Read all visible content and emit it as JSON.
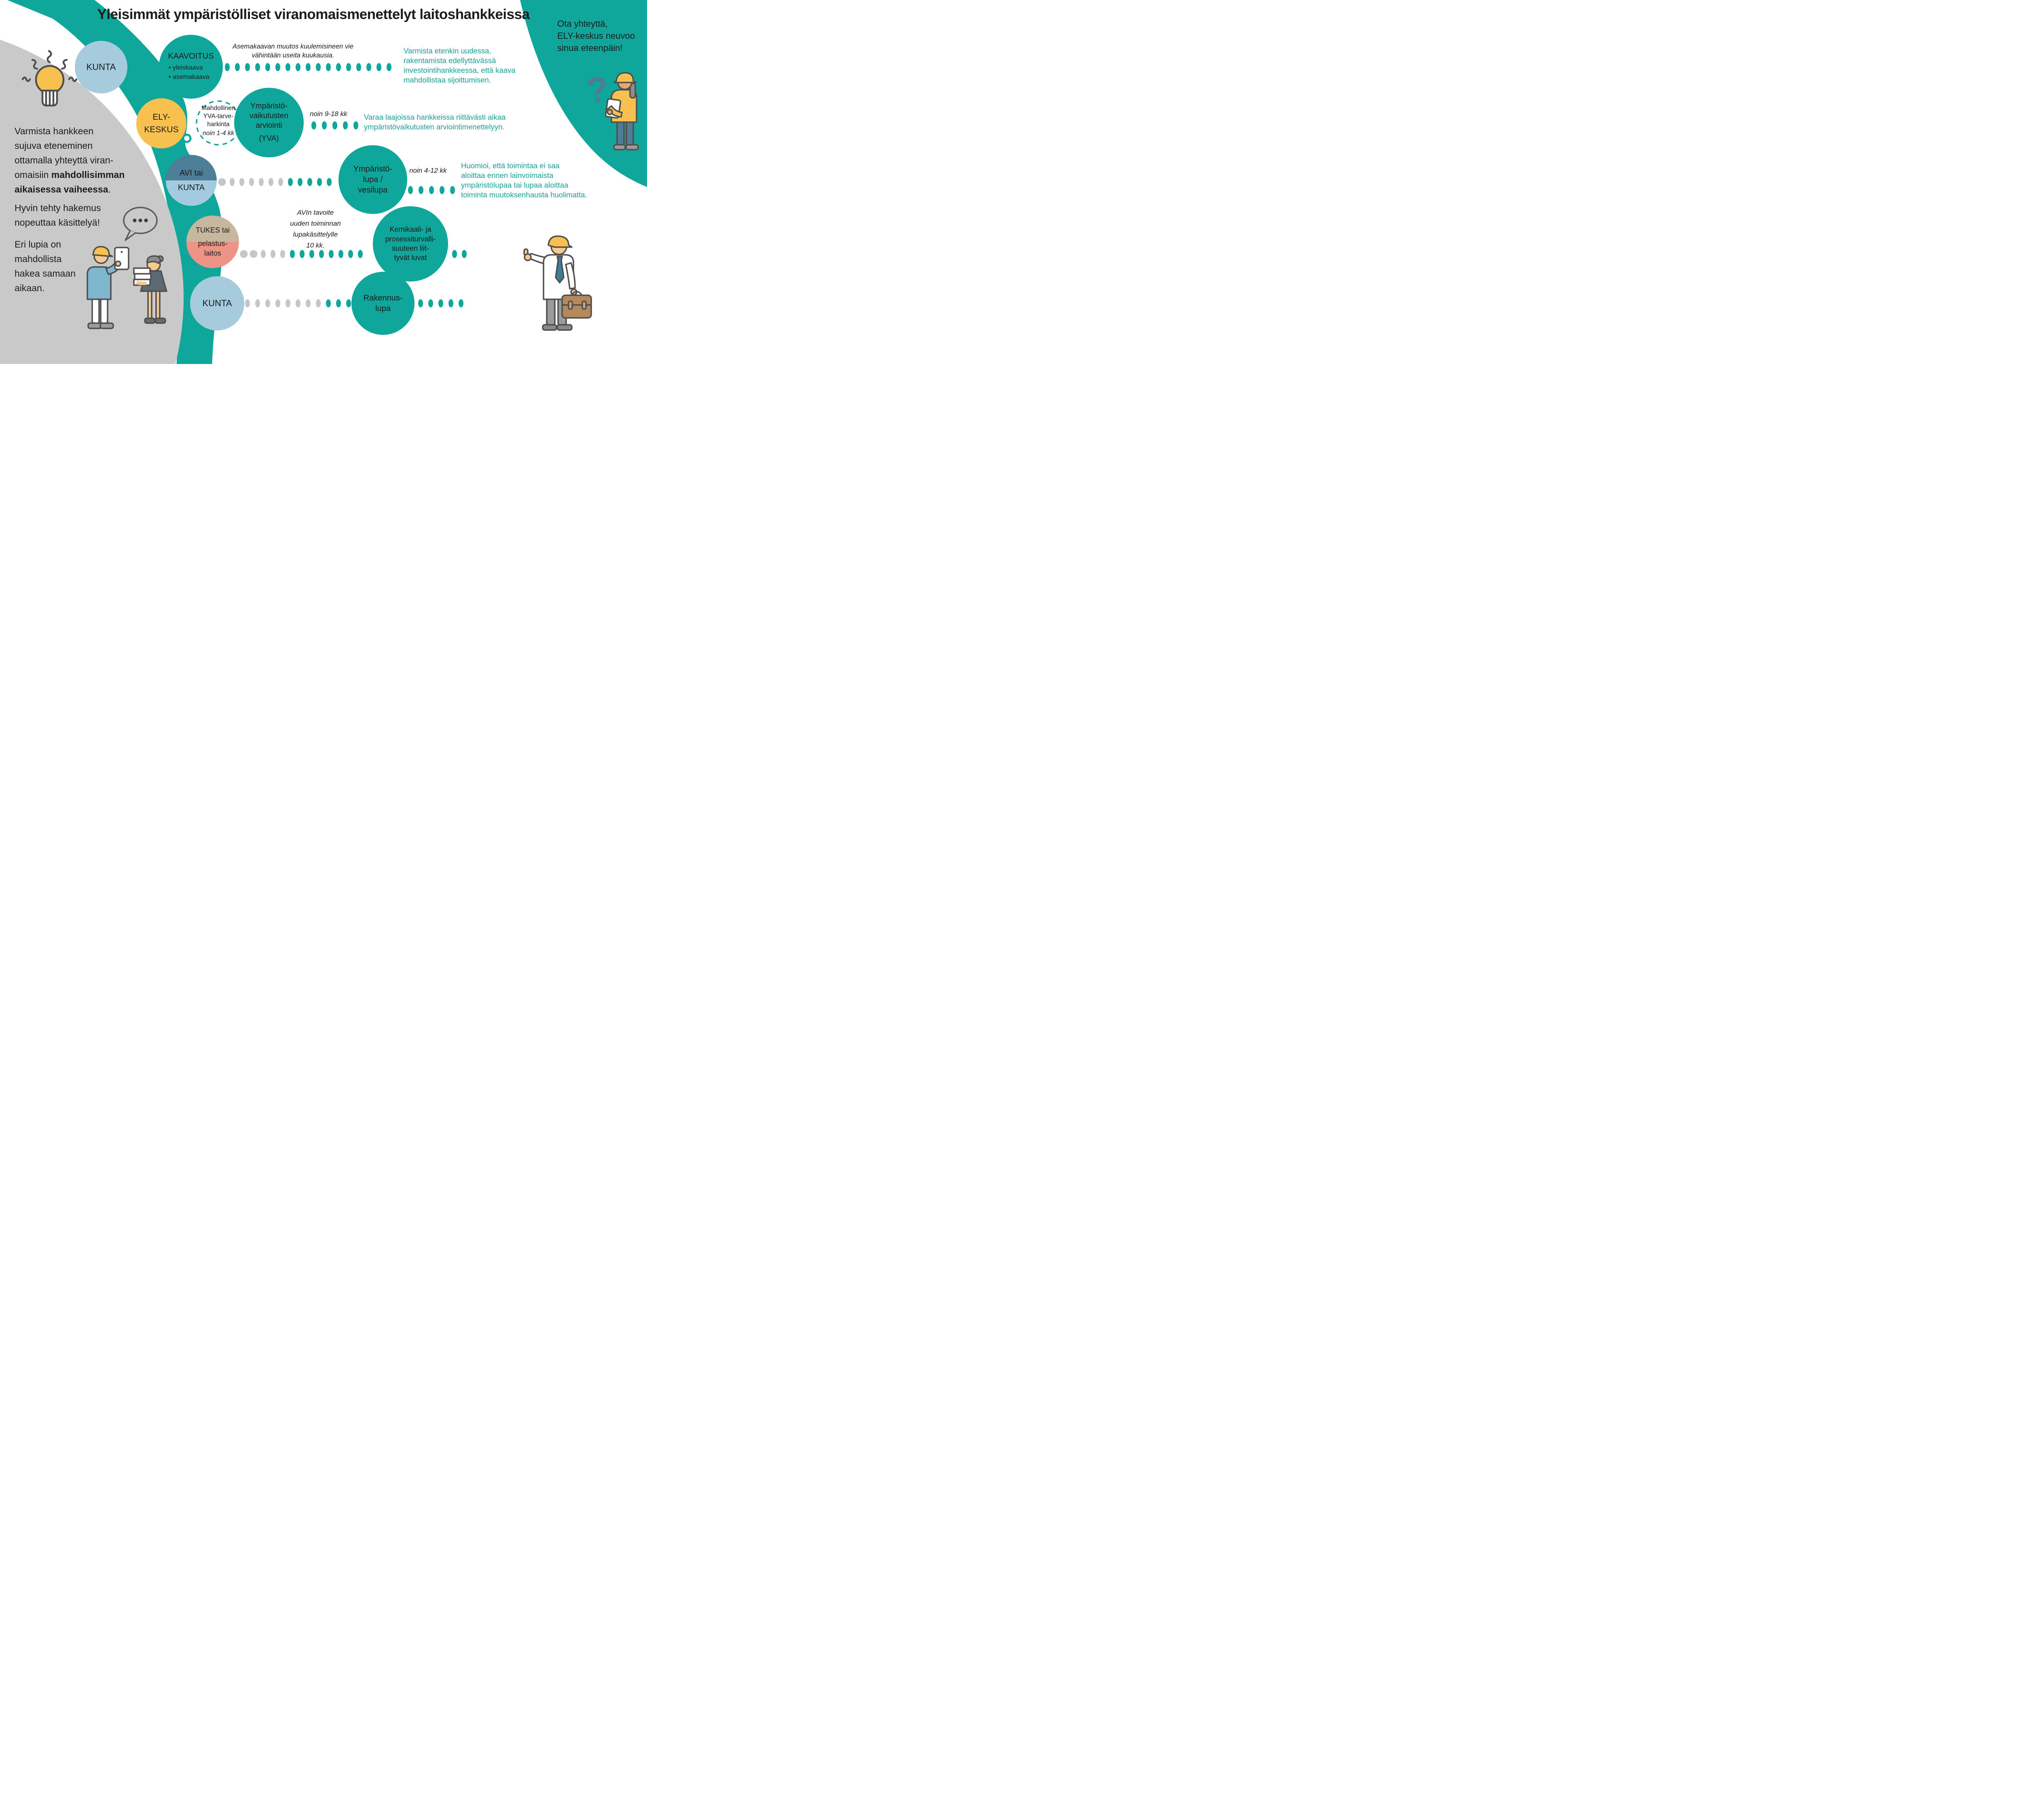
{
  "title": "Yleisimmät ympäristölliset viranomaismenettelyt laitoshankkeissa",
  "contact": {
    "line1": "Ota yhteyttä,",
    "line2": "ELY-keskus neuvoo",
    "line3": "sinua eteenpäin!"
  },
  "left_panel": {
    "tip1_line1": "Varmista hankkeen",
    "tip1_line2": "sujuva eteneminen",
    "tip1_line3": "ottamalla  yhteyttä viran-",
    "tip1_line4_pre": "omaisiin ",
    "tip1_line4_bold": "mahdollisimman",
    "tip1_line5_bold": "aikaisessa vaiheessa",
    "tip1_line5_post": ".",
    "tip2_line1": "Hyvin tehty hakemus",
    "tip2_line2": "nopeuttaa käsittelyä!",
    "tip3_line1": "Eri lupia on",
    "tip3_line2": "mahdollista",
    "tip3_line3": "hakea samaan",
    "tip3_line4": "aikaan."
  },
  "rows": [
    {
      "actor": "KUNTA",
      "step_title": "KAAVOITUS",
      "bullet1": "yleiskaava",
      "bullet2": "asemakaava",
      "note_line1": "Asemakaavan muutos kuulemisineen vie",
      "note_line2": "vähintään useita kuukausia.",
      "advice_line1": "Varmista etenkin uudessa,",
      "advice_line2": "rakentamista edellyttävässä",
      "advice_line3": "investointihankkeessa, että kaava",
      "advice_line4": "mahdollistaa sijoittumisen."
    },
    {
      "actor_line1": "ELY-",
      "actor_line2": "KESKUS",
      "optional_line1": "Mahdollinen",
      "optional_line2": "YVA-tarve-",
      "optional_line3": "harkinta",
      "optional_duration": "noin 1-4 kk",
      "step_line1": "Ympäristö-",
      "step_line2": "vaikutusten",
      "step_line3": "arviointi",
      "step_line4": "(YVA)",
      "duration": "noin 9-18 kk",
      "advice_line1": "Varaa laajoissa hankkeissa riittävästi aikaa",
      "advice_line2": "ympäristövaikutusten arviointimenettelyyn."
    },
    {
      "actor_top": "AVI tai",
      "actor_bottom": "KUNTA",
      "note_line1": "AVIn tavoite",
      "note_line2": "uuden toiminnan",
      "note_line3": "lupakäsittelylle",
      "note_line4": "10 kk.",
      "step_line1": "Ympäristö-",
      "step_line2": "lupa /",
      "step_line3": "vesilupa",
      "duration": "noin 4-12 kk",
      "advice_line1": "Huomioi, että toimintaa ei saa",
      "advice_line2": "aloittaa ennen lainvoimaista",
      "advice_line3": "ympäristölupaa tai lupaa aloittaa",
      "advice_line4": "toiminta muutoksenhausta huolimatta."
    },
    {
      "actor_top": "TUKES tai",
      "actor_bottom_line1": "pelastus-",
      "actor_bottom_line2": "laitos",
      "step_line1": "Kemikaali- ja",
      "step_line2": "prosessiturvalli-",
      "step_line3": "suuteen liit-",
      "step_line4": "tyvät luvat"
    },
    {
      "actor": "KUNTA",
      "step_line1": "Rakennus-",
      "step_line2": "lupa"
    }
  ],
  "icons": {
    "question_mark": "?",
    "lightbulb": "lightbulb-idea",
    "speech_bubble": "speech-bubble-ellipsis",
    "people_left": "worker-and-planner-discussing",
    "advisor_top_right": "ely-advisor-with-clipboard",
    "engineer_bottom_right": "engineer-with-briefcase"
  },
  "colors": {
    "teal": "#0FA79B",
    "teal_text": "#17A196",
    "gray_panel": "#C9C9C9",
    "light_blue": "#A5CBDC",
    "steel_blue": "#4C7F97",
    "yellow": "#F8C14F",
    "tan": "#C7B79F",
    "salmon": "#EE9486",
    "dot_gray": "#C6C6C6",
    "question_blue": "#507C92"
  }
}
